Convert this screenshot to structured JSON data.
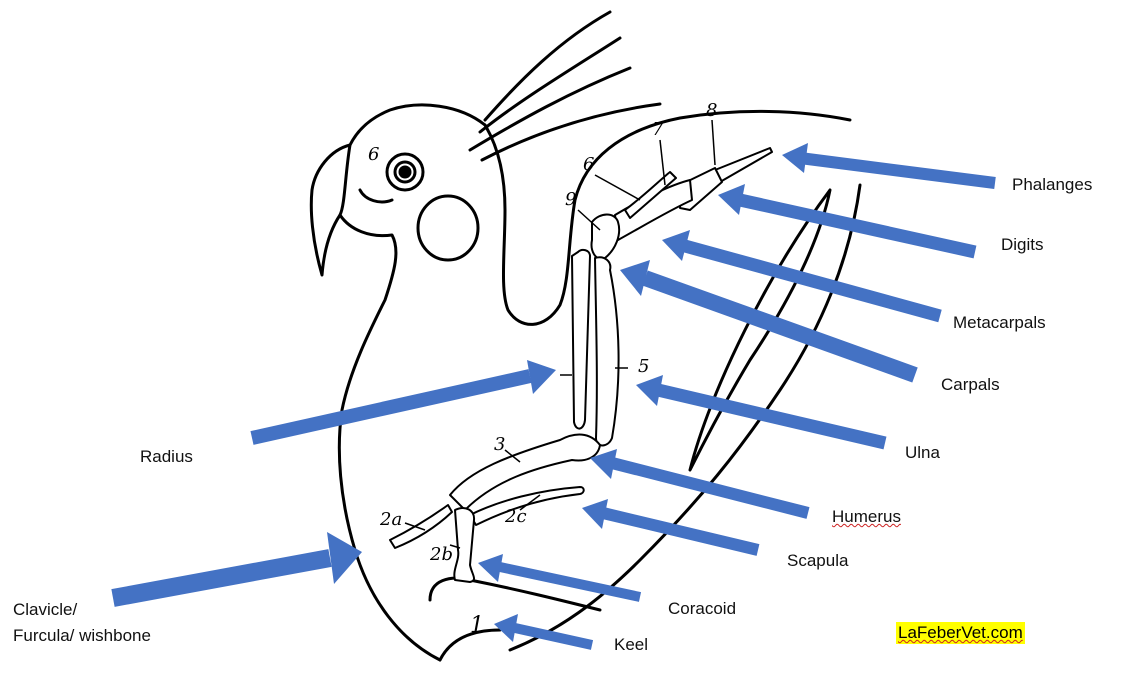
{
  "labels": {
    "phalanges": "Phalanges",
    "digits": "Digits",
    "metacarpals": "Metacarpals",
    "carpals": "Carpals",
    "ulna": "Ulna",
    "humerus": "Humerus",
    "scapula": "Scapula",
    "coracoid": "Coracoid",
    "keel": "Keel",
    "radius": "Radius",
    "clavicle": "Clavicle/\nFurcula/ wishbone"
  },
  "numbers": {
    "n1": "1",
    "n2a": "2a",
    "n2b": "2b",
    "n2c": "2c",
    "n3": "3",
    "n5": "5",
    "n6_head": "6",
    "n6_wing": "6",
    "n7": "7",
    "n8": "8",
    "n9": "9"
  },
  "watermark": "LaFeberVet.com",
  "colors": {
    "arrow": "#4472c4",
    "ink": "#000000",
    "highlight": "#ffff00"
  }
}
